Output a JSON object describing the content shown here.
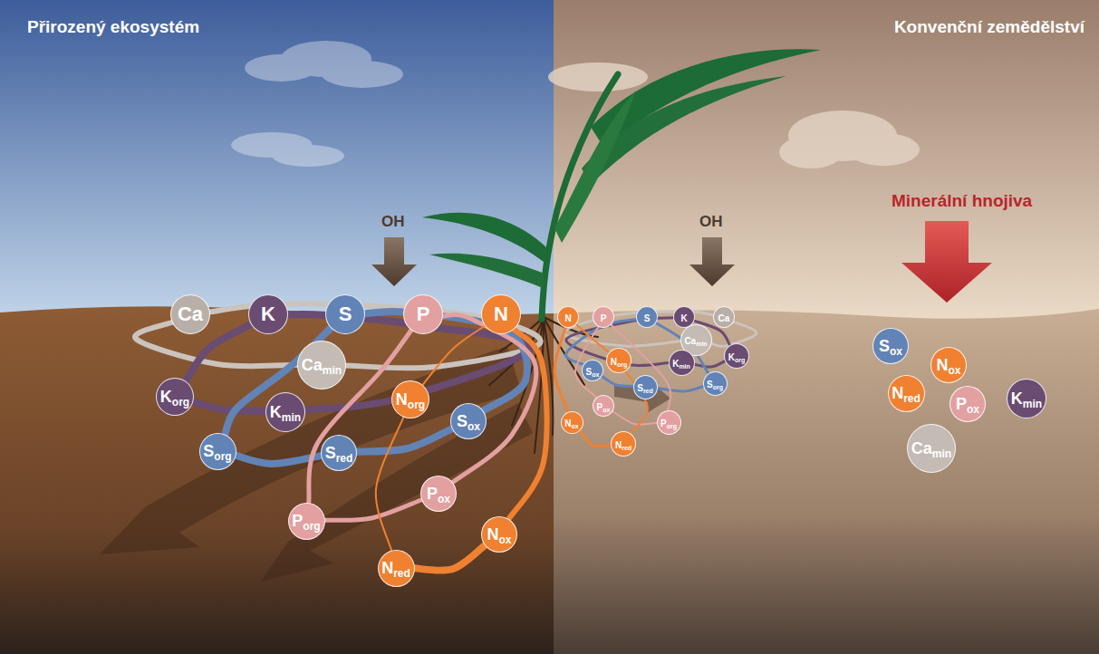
{
  "diagram": {
    "nodes": [
      {
        "text": [
          "Ca"
        ]
      },
      {
        "text": [
          "K"
        ]
      },
      {
        "text": [
          "S"
        ]
      },
      {
        "text": [
          "P"
        ]
      },
      {
        "text": [
          "N"
        ]
      },
      {
        "text": [
          "Ca",
          "min"
        ]
      },
      {
        "text": [
          "K",
          "org"
        ]
      },
      {
        "text": [
          "K",
          "min"
        ]
      },
      {
        "text": [
          "N",
          "org"
        ]
      },
      {
        "text": [
          "S",
          "ox"
        ]
      },
      {
        "text": [
          "S",
          "org"
        ]
      },
      {
        "text": [
          "S",
          "red"
        ]
      },
      {
        "text": [
          "P",
          "ox"
        ]
      },
      {
        "text": [
          "P",
          "org"
        ]
      },
      {
        "text": [
          "N",
          "ox"
        ]
      },
      {
        "text": [
          "N",
          "red"
        ]
      },
      {
        "text": [
          "N"
        ]
      },
      {
        "text": [
          "P"
        ]
      },
      {
        "text": [
          "S"
        ]
      },
      {
        "text": [
          "K"
        ]
      },
      {
        "text": [
          "Ca"
        ]
      },
      {
        "text": [
          "Ca",
          "min"
        ]
      },
      {
        "text": [
          "N",
          "org"
        ]
      },
      {
        "text": [
          "K",
          "min"
        ]
      },
      {
        "text": [
          "K",
          "org"
        ]
      },
      {
        "text": [
          "S",
          "ox"
        ]
      },
      {
        "text": [
          "S",
          "red"
        ]
      },
      {
        "text": [
          "S",
          "org"
        ]
      },
      {
        "text": [
          "P",
          "ox"
        ]
      },
      {
        "text": [
          "P",
          "org"
        ]
      },
      {
        "text": [
          "N",
          "ox"
        ]
      },
      {
        "text": [
          "N",
          "red"
        ]
      },
      {
        "text": [
          "S",
          "ox"
        ]
      },
      {
        "text": [
          "N",
          "ox"
        ]
      },
      {
        "text": [
          "N",
          "red"
        ]
      },
      {
        "text": [
          "P",
          "ox"
        ]
      },
      {
        "text": [
          "K",
          "min"
        ]
      },
      {
        "text": [
          "Ca",
          "min"
        ]
      }
    ],
    "edges": [
      {
        "from": 0,
        "to": 5,
        "arrow": "none"
      },
      {
        "from": 5,
        "to": 0,
        "arrow": "none"
      },
      {
        "from": 1,
        "to": 6,
        "arrow": "none"
      },
      {
        "from": 6,
        "to": 7,
        "arrow": "none"
      },
      {
        "from": 7,
        "to": 1,
        "arrow": "none"
      },
      {
        "from": 2,
        "to": 10,
        "arrow": "none"
      },
      {
        "from": 10,
        "to": 11,
        "arrow": "none"
      },
      {
        "from": 11,
        "to": 9,
        "arrow": "none"
      },
      {
        "from": 9,
        "to": 2,
        "arrow": "none"
      },
      {
        "from": 3,
        "to": 13,
        "arrow": "none"
      },
      {
        "from": 13,
        "to": 12,
        "arrow": "none"
      },
      {
        "from": 12,
        "to": 3,
        "arrow": "none"
      },
      {
        "from": 4,
        "to": 8,
        "arrow": "none"
      },
      {
        "from": 8,
        "to": 15,
        "arrow": "none"
      },
      {
        "from": 15,
        "to": 14,
        "arrow": "none"
      },
      {
        "from": 14,
        "to": 4,
        "arrow": "none"
      },
      {
        "from": 20,
        "to": 21,
        "arrow": "none"
      },
      {
        "from": 21,
        "to": 20,
        "arrow": "none"
      },
      {
        "from": 19,
        "to": 24,
        "arrow": "none"
      },
      {
        "from": 24,
        "to": 23,
        "arrow": "none"
      },
      {
        "from": 23,
        "to": 19,
        "arrow": "none"
      },
      {
        "from": 18,
        "to": 27,
        "arrow": "none"
      },
      {
        "from": 27,
        "to": 26,
        "arrow": "none"
      },
      {
        "from": 26,
        "to": 25,
        "arrow": "none"
      },
      {
        "from": 25,
        "to": 18,
        "arrow": "none"
      },
      {
        "from": 17,
        "to": 29,
        "arrow": "none"
      },
      {
        "from": 29,
        "to": 28,
        "arrow": "none"
      },
      {
        "from": 28,
        "to": 17,
        "arrow": "none"
      },
      {
        "from": 16,
        "to": 22,
        "arrow": "none"
      },
      {
        "from": 22,
        "to": 31,
        "arrow": "none"
      },
      {
        "from": 31,
        "to": 30,
        "arrow": "none"
      },
      {
        "from": 30,
        "to": 16,
        "arrow": "none"
      }
    ],
    "labels": [
      "Přirozený ekosystém",
      "Konvenční zemědělství",
      "OH",
      "OH",
      "Minerální hnojiva"
    ]
  }
}
